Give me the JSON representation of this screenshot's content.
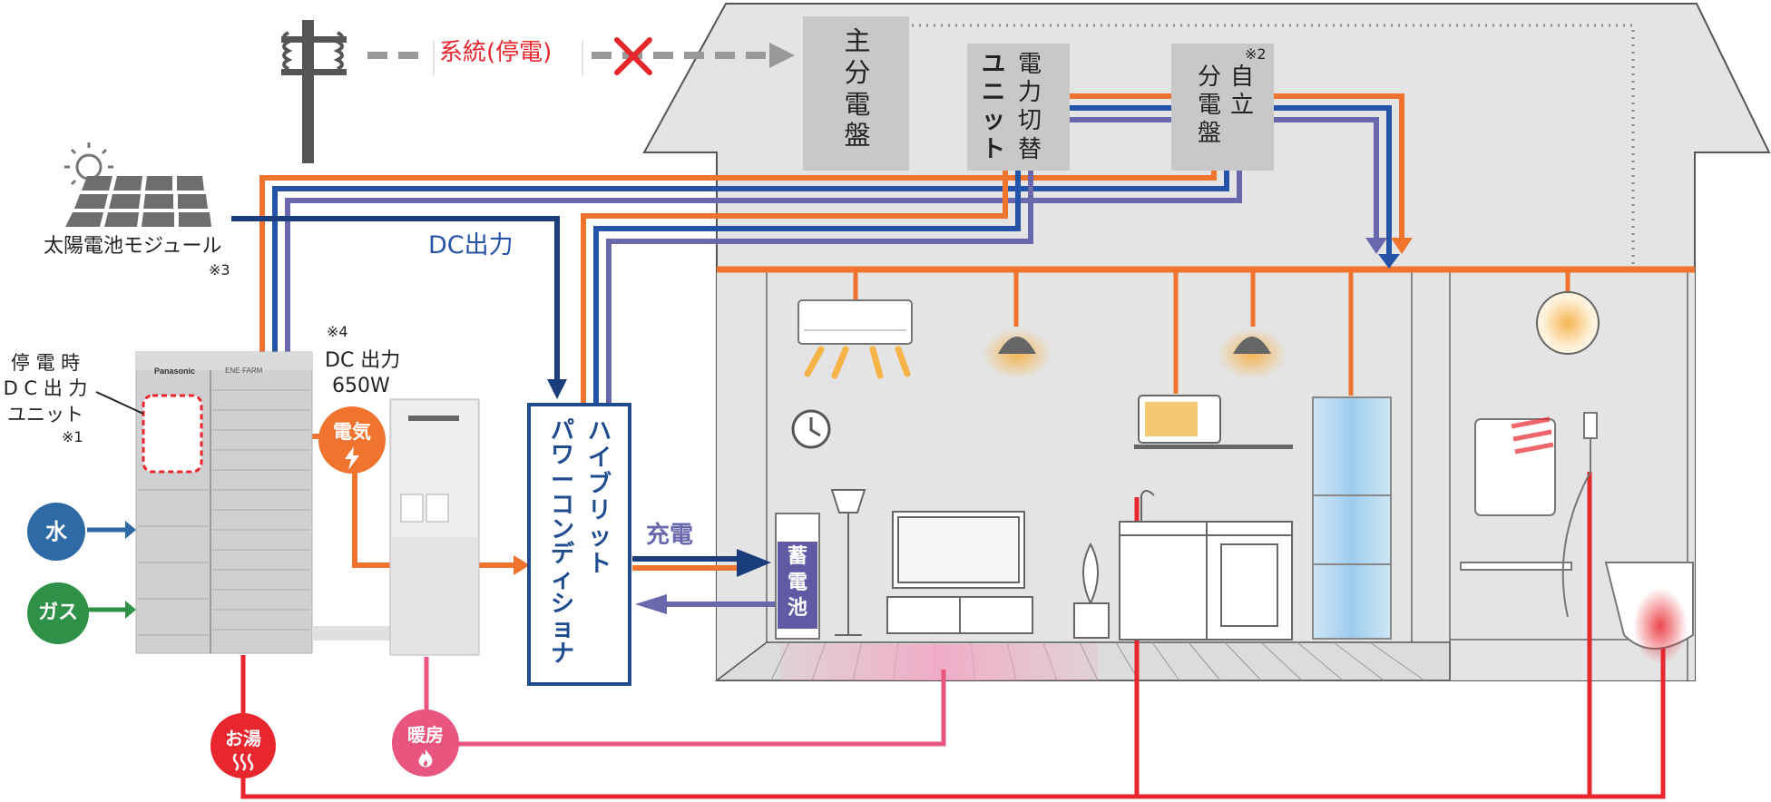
{
  "grid": {
    "label": "系統(停電)"
  },
  "panels": {
    "main": "主\n分\n電\n盤",
    "switch_col1": "ユ\nニ\nッ\nト",
    "switch_col2": "電\n力\n切\n替",
    "independent_col1": "分\n電\n盤",
    "independent_col2": "自\n立",
    "independent_note": "※2"
  },
  "solar": {
    "label": "太陽電池モジュール",
    "note": "※3"
  },
  "dc_output": "DC出力",
  "fuel_cell": {
    "maker": "Panasonic",
    "sub_brand": "ENE·FARM",
    "unit_label": "停 電 時\nD C 出 力\nユニット",
    "unit_note": "※1"
  },
  "dc650": {
    "note": "※4",
    "label": "DC 出力",
    "value": "650W"
  },
  "badges": {
    "electric": "電気",
    "water": "水",
    "gas": "ガス",
    "hot_water": "お湯",
    "heating": "暖房"
  },
  "pcs": {
    "col1": "ハ\nイ\nブ\nリ\nッ\nト",
    "col2": "パ\nワ\nー\nコ\nン\nデ\nィ\nシ\nョ\nナ"
  },
  "charge": "充電",
  "battery": "蓄\n電\n池",
  "colors": {
    "electric": "#f0742d",
    "dc": "#1a3d7c",
    "blue_line": "#2553a8",
    "purple_line": "#6a68ad",
    "hot_water": "#e8262d",
    "heating": "#e8557f",
    "water_badge": "#2e6aa6",
    "gas_badge": "#2f9148",
    "house_gray": "#e4e4e4",
    "panel_gray": "#c8c8c8"
  }
}
